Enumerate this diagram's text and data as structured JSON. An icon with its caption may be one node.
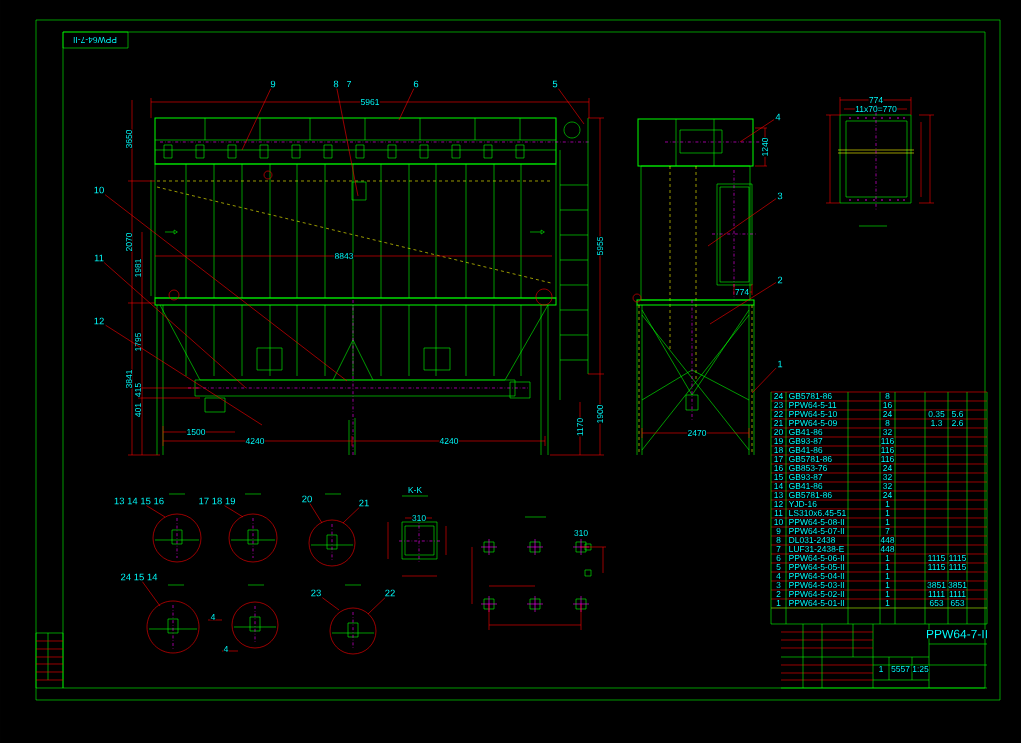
{
  "diagram": {
    "nodes": [
      {
        "text": [
          "9"
        ]
      },
      {
        "text": [
          "8"
        ]
      },
      {
        "text": [
          "6"
        ]
      },
      {
        "text": [
          "5"
        ]
      },
      {
        "text": [
          "10"
        ]
      },
      {
        "text": [
          "11"
        ]
      },
      {
        "text": [
          "12"
        ]
      },
      {
        "text": [
          "4"
        ]
      },
      {
        "text": [
          "3"
        ]
      },
      {
        "text": [
          "2"
        ]
      },
      {
        "text": [
          "1"
        ]
      },
      {
        "text": [
          "13 14 15 16"
        ]
      },
      {
        "text": [
          "17 18 19"
        ]
      },
      {
        "text": [
          "20"
        ]
      },
      {
        "text": [
          "21"
        ]
      },
      {
        "text": [
          "24 15 14"
        ]
      },
      {
        "text": [
          "23"
        ]
      },
      {
        "text": [
          "22"
        ]
      }
    ],
    "edges": [
      {
        "from": 0,
        "to": null,
        "arrow": "none"
      },
      {
        "from": 1,
        "to": null,
        "arrow": "none"
      },
      {
        "from": 2,
        "to": null,
        "arrow": "none"
      },
      {
        "from": 3,
        "to": null,
        "arrow": "none"
      },
      {
        "from": 4,
        "to": null,
        "arrow": "none"
      },
      {
        "from": 5,
        "to": null,
        "arrow": "none"
      },
      {
        "from": 6,
        "to": null,
        "arrow": "none"
      },
      {
        "from": 7,
        "to": null,
        "arrow": "none"
      },
      {
        "from": 8,
        "to": null,
        "arrow": "none"
      },
      {
        "from": 9,
        "to": null,
        "arrow": "none"
      },
      {
        "from": 10,
        "to": null,
        "arrow": "none"
      },
      {
        "from": 11,
        "to": null,
        "arrow": "none"
      },
      {
        "from": 12,
        "to": null,
        "arrow": "none"
      },
      {
        "from": 13,
        "to": null,
        "arrow": "none"
      },
      {
        "from": 14,
        "to": null,
        "arrow": "none"
      },
      {
        "from": 15,
        "to": null,
        "arrow": "none"
      },
      {
        "from": 16,
        "to": null,
        "arrow": "none"
      },
      {
        "from": 17,
        "to": null,
        "arrow": "none"
      }
    ],
    "labels": [
      "PPW64-7-II",
      "7",
      "5961",
      "3650",
      "2070",
      "1981",
      "1795",
      "3841",
      "415",
      "401",
      "8843",
      "5955",
      "1900",
      "1170",
      "1500",
      "4240",
      "4240",
      "1240",
      "774",
      "2470",
      "774",
      "11x70=770",
      "K-K",
      "310",
      "310",
      "4",
      "4",
      "24",
      "GB5781-86",
      "8",
      "23",
      "PPW64-5-11",
      "16",
      "22",
      "PPW64-5-10",
      "24",
      "0.35",
      "5.6",
      "21",
      "PPW64-5-09",
      "8",
      "1.3",
      "2.6",
      "20",
      "GB41-86",
      "32",
      "19",
      "GB93-87",
      "116",
      "18",
      "GB41-86",
      "116",
      "17",
      "GB5781-86",
      "116",
      "16",
      "GB853-76",
      "24",
      "15",
      "GB93-87",
      "32",
      "14",
      "GB41-86",
      "32",
      "13",
      "GB5781-86",
      "24",
      "12",
      "YJD-16",
      "1",
      "11",
      "LS310x6.45-51",
      "1",
      "10",
      "PPW64-5-08-II",
      "1",
      "9",
      "PPW64-5-07-II",
      "7",
      "8",
      "DL031-2438",
      "448",
      "7",
      "LUF31-2438-E",
      "448",
      "6",
      "PPW64-5-06-II",
      "1",
      "1115",
      "1115",
      "5",
      "PPW64-5-05-II",
      "1",
      "1115",
      "1115",
      "4",
      "PPW64-5-04-II",
      "1",
      "3",
      "PPW64-5-03-II",
      "1",
      "3851",
      "3851",
      "2",
      "PPW64-5-02-II",
      "1",
      "1111",
      "1111",
      "1",
      "PPW64-5-01-II",
      "1",
      "653",
      "653",
      "PPW64-7-II",
      "1",
      "5557",
      "1:25"
    ]
  }
}
